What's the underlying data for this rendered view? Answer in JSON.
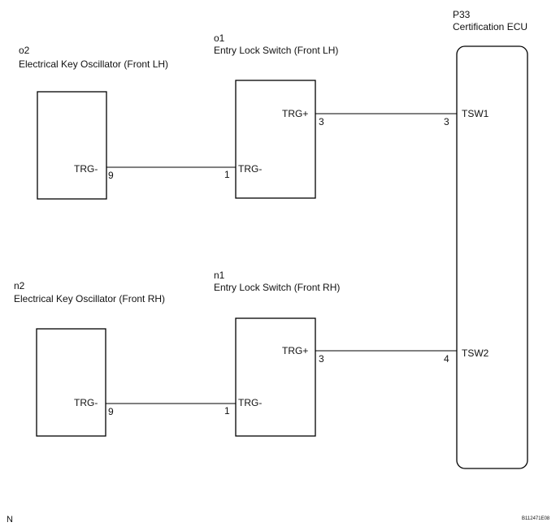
{
  "components": {
    "o2": {
      "code": "o2",
      "name": "Electrical Key Oscillator (Front LH)",
      "pin_name": "TRG-",
      "pin_no": "9"
    },
    "o1": {
      "code": "o1",
      "name": "Entry Lock Switch (Front LH)",
      "pin_in_name": "TRG-",
      "pin_in_no": "1",
      "pin_out_name": "TRG+",
      "pin_out_no": "3"
    },
    "n2": {
      "code": "n2",
      "name": "Electrical Key Oscillator (Front RH)",
      "pin_name": "TRG-",
      "pin_no": "9"
    },
    "n1": {
      "code": "n1",
      "name": "Entry Lock Switch (Front RH)",
      "pin_in_name": "TRG-",
      "pin_in_no": "1",
      "pin_out_name": "TRG+",
      "pin_out_no": "3"
    },
    "p33": {
      "code": "P33",
      "name": "Certification ECU",
      "pin1_name": "TSW1",
      "pin1_no": "3",
      "pin2_name": "TSW2",
      "pin2_no": "4"
    }
  },
  "footer": {
    "left_mark": "N",
    "figure_id": "B112471E08"
  }
}
